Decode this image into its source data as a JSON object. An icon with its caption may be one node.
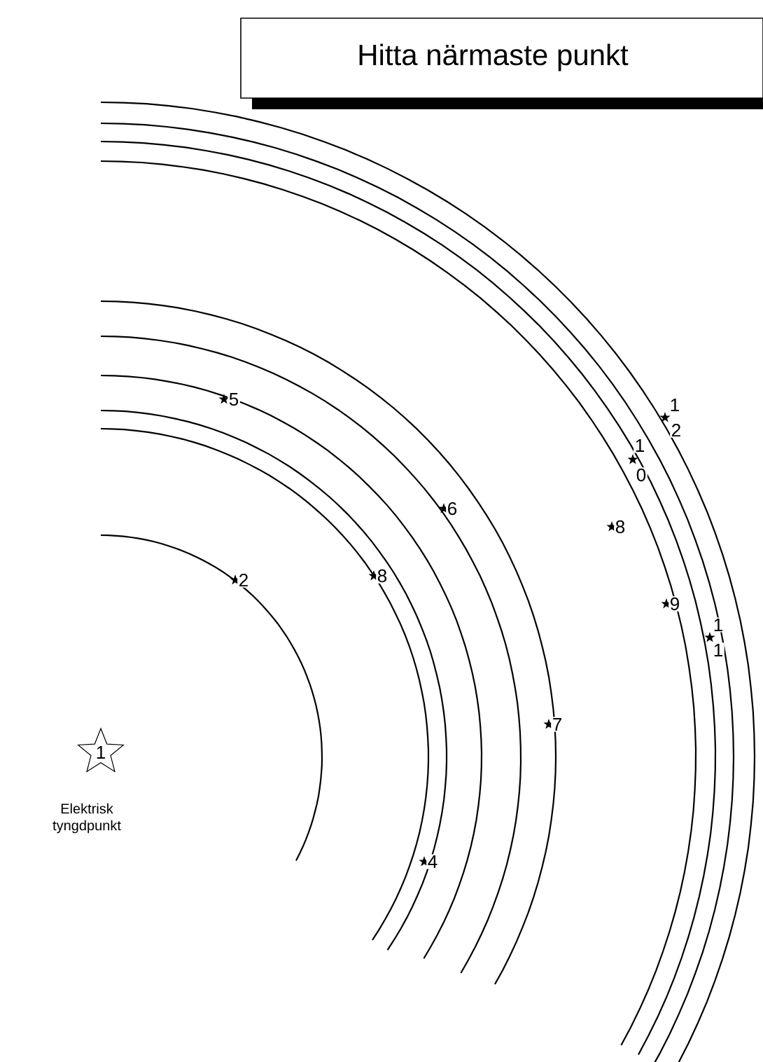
{
  "diagram": {
    "title": "Hitta närmaste punkt",
    "nodes": [
      {
        "text": [
          "1"
        ],
        "beside": [
          "Elektrisk tyngdpunkt"
        ]
      }
    ],
    "labels": [
      "1",
      "2",
      "1",
      "0",
      "5",
      "6",
      "8",
      "8",
      "2",
      "9",
      "1",
      "1",
      "7",
      "4"
    ]
  }
}
